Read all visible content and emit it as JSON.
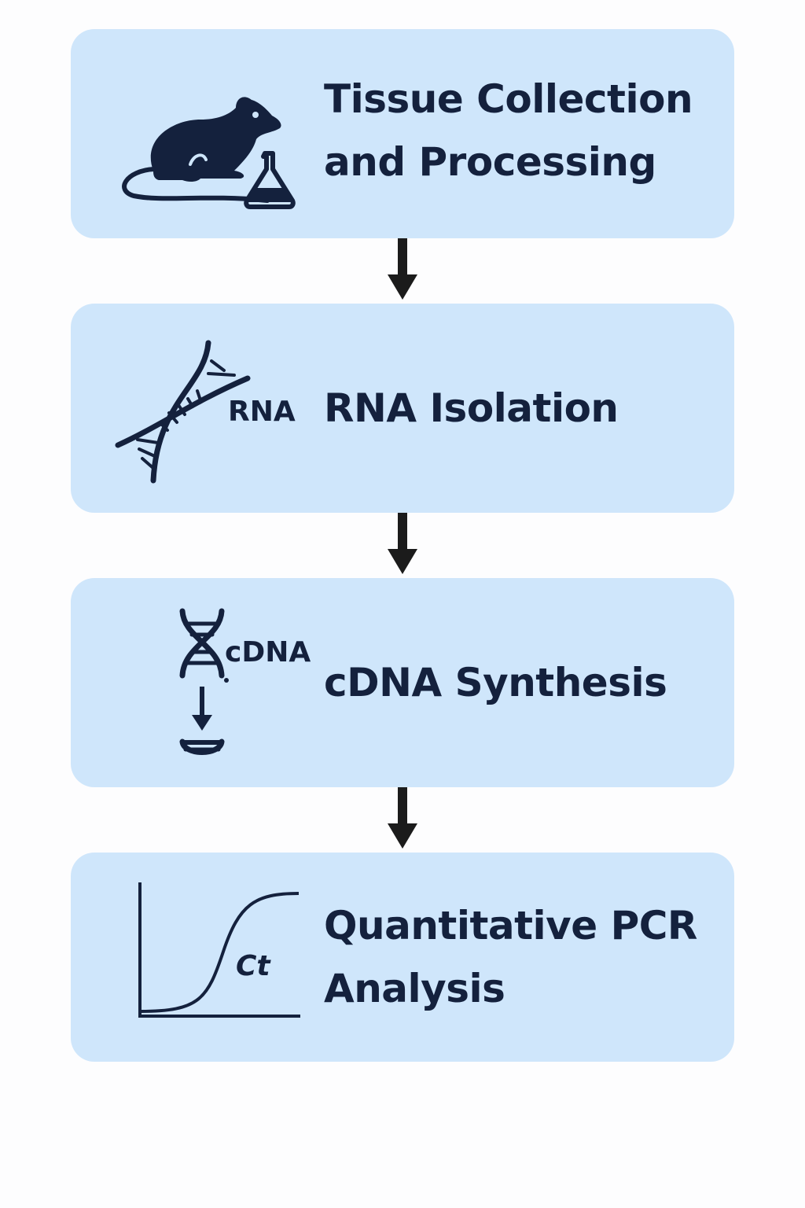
{
  "steps": [
    {
      "title_lines": [
        "Tissue Collection",
        "and Processing"
      ],
      "icon": "mouse-flask-icon"
    },
    {
      "title_lines": [
        "RNA Isolation"
      ],
      "icon": "dna-helix-icon",
      "icon_label": "RNA"
    },
    {
      "title_lines": [
        "cDNA Synthesis"
      ],
      "icon": "cdna-synthesis-icon",
      "icon_label": "cDNA"
    },
    {
      "title_lines": [
        "Quantitative PCR",
        "Analysis"
      ],
      "icon": "amplification-curve-icon",
      "icon_label": "Ct"
    }
  ],
  "colors": {
    "box": "#cfe6fb",
    "text": "#14213d",
    "arrow": "#1b1b1b"
  }
}
